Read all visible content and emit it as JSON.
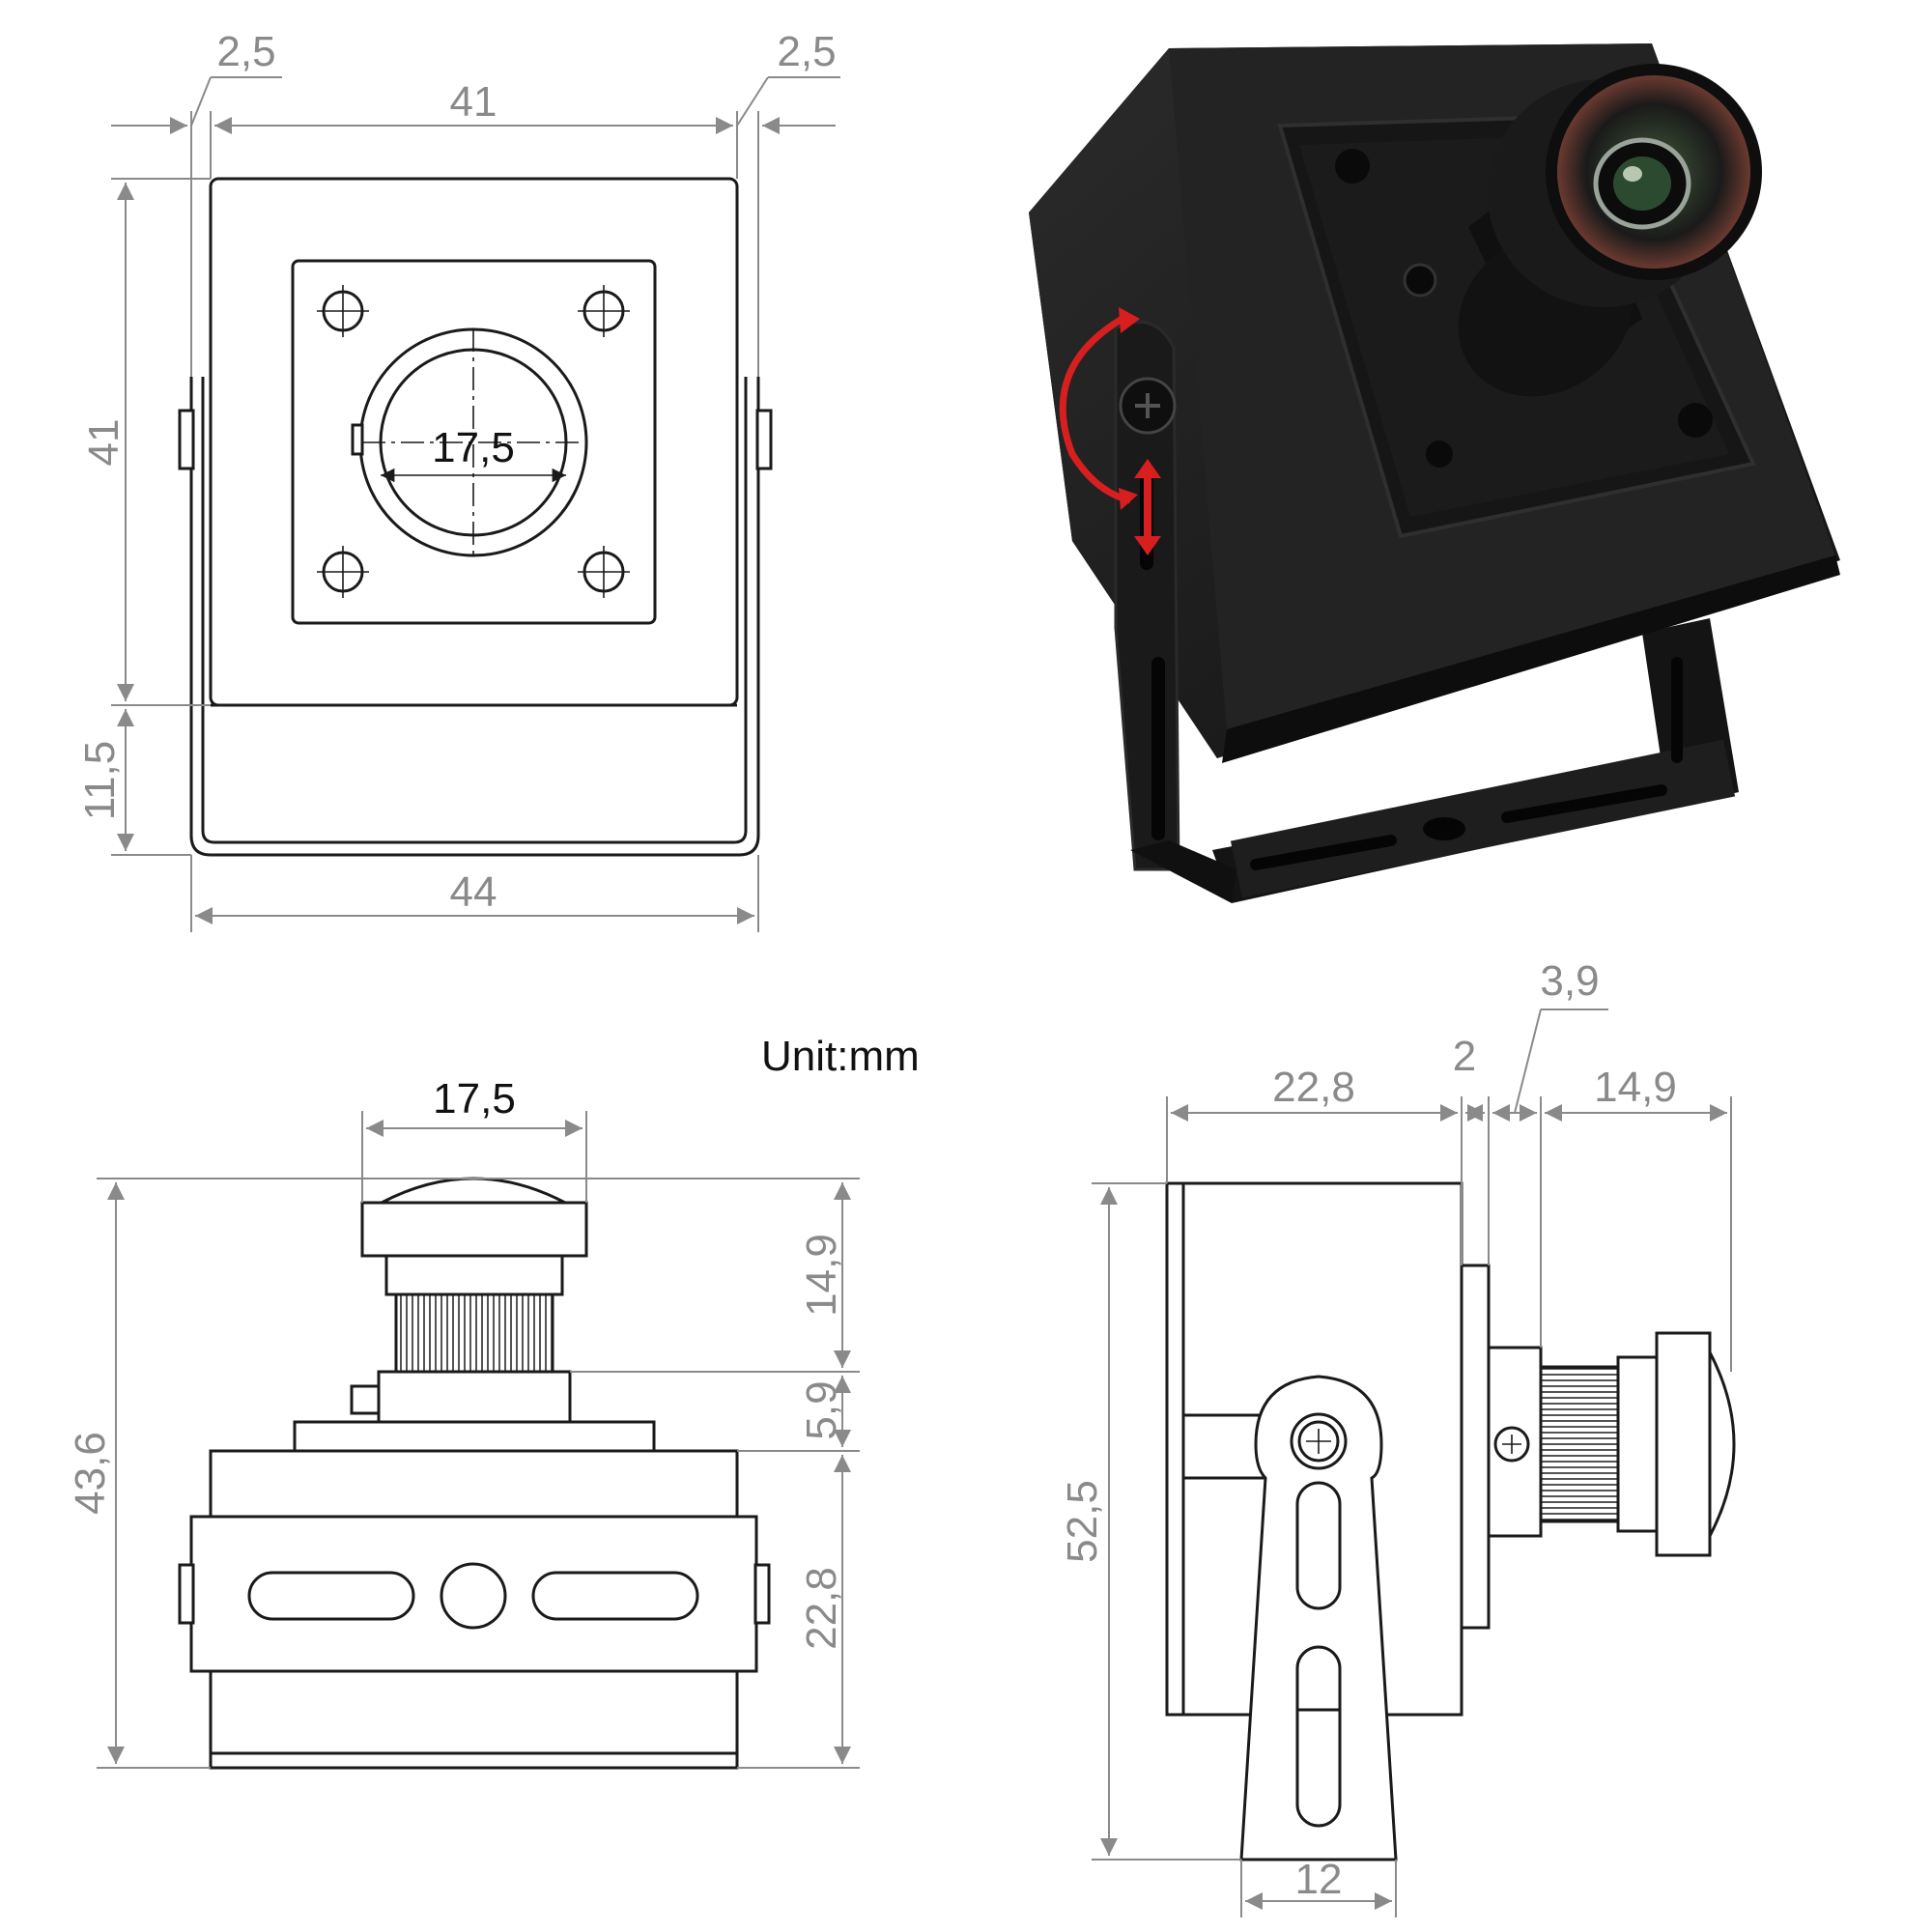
{
  "unit_label": "Unit:mm",
  "front_view": {
    "dims": {
      "left_gap": "2,5",
      "right_gap": "2,5",
      "top_width": "41",
      "height": "41",
      "bracket_height": "11,5",
      "bottom_width": "44",
      "lens_diameter": "17,5"
    }
  },
  "top_view": {
    "dims": {
      "lens_width": "17,5",
      "lens_height": "14,9",
      "mount_height": "5,9",
      "body_depth": "22,8",
      "total_height": "43,6"
    }
  },
  "side_view": {
    "dims": {
      "body_depth": "22,8",
      "plate": "2",
      "mount": "3,9",
      "lens_length": "14,9",
      "total_height": "52,5",
      "bracket_width": "12"
    }
  },
  "photo": {
    "icons": [
      "rotate-arrow-icon",
      "slide-arrow-icon"
    ],
    "colors": {
      "body": "#1c1c1c",
      "arrow": "#d81f1f",
      "lens_ring": "#7a4a3a"
    }
  }
}
